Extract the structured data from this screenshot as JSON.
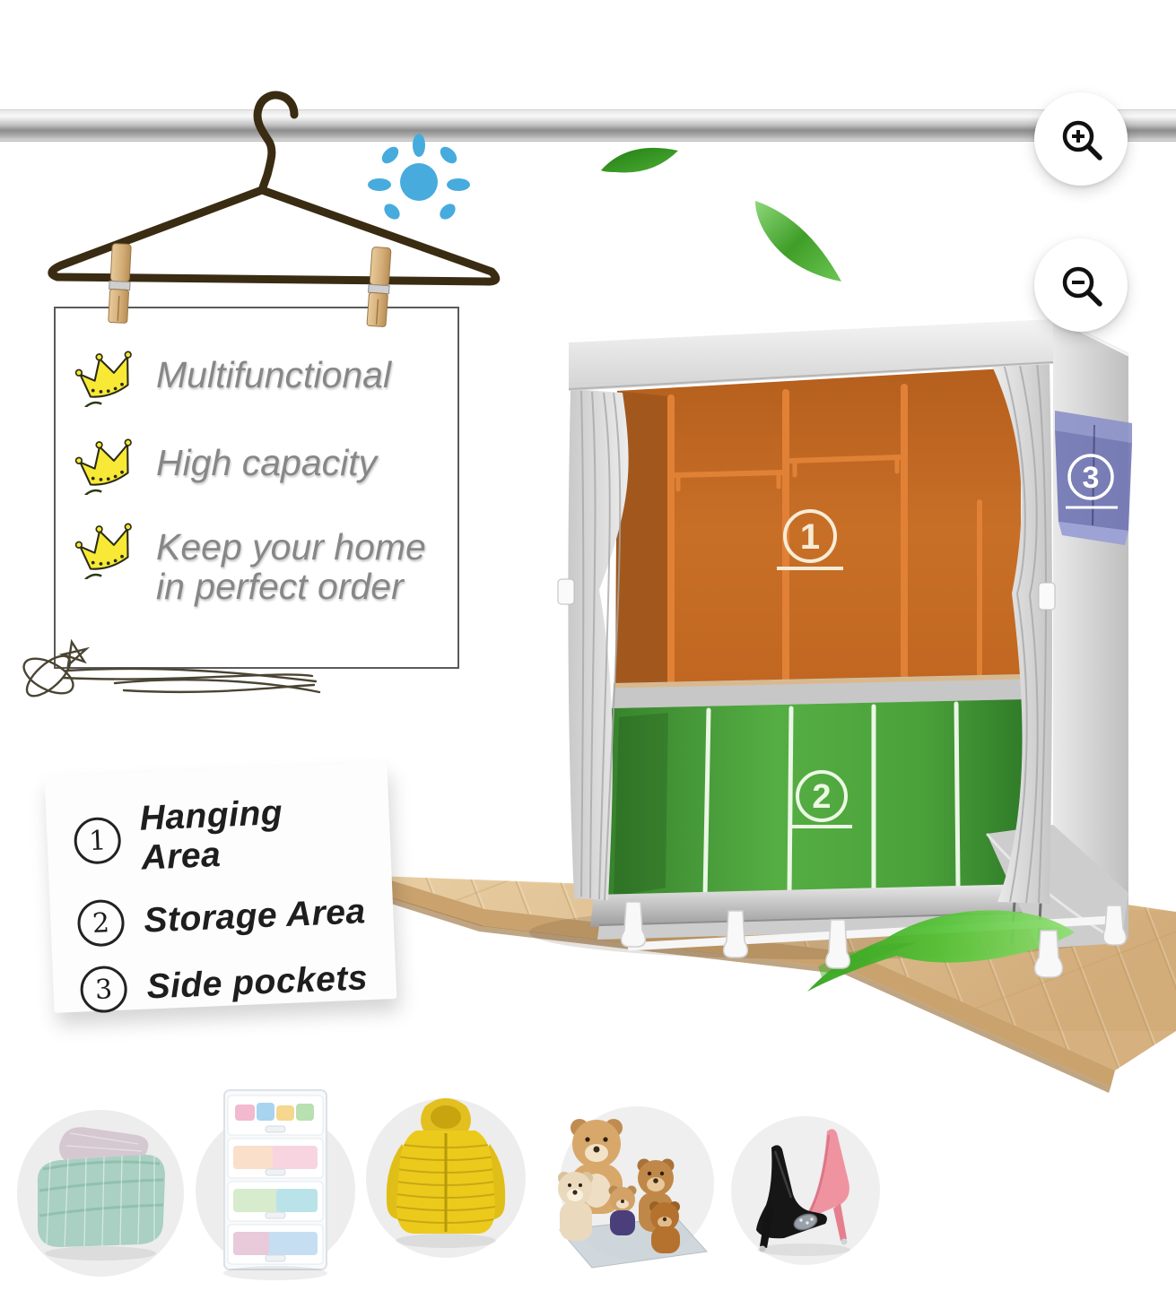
{
  "controls": {
    "zoom_in_icon": "magnifier-plus-icon",
    "zoom_out_icon": "magnifier-minus-icon"
  },
  "feature_card": {
    "items": [
      {
        "icon": "crown-icon",
        "text": "Multifunctional"
      },
      {
        "icon": "crown-icon",
        "text": "High capacity"
      },
      {
        "icon": "crown-icon",
        "text": "Keep your home in perfect order"
      }
    ]
  },
  "legend_card": {
    "items": [
      {
        "num": "1",
        "label": "Hanging Area"
      },
      {
        "num": "2",
        "label": "Storage Area"
      },
      {
        "num": "3",
        "label": "Side pockets"
      }
    ]
  },
  "wardrobe": {
    "areas": [
      {
        "num": "1",
        "name": "hanging-area",
        "color": "#c2691f"
      },
      {
        "num": "2",
        "name": "storage-area",
        "color": "#4a9e41"
      },
      {
        "num": "3",
        "name": "side-pocket",
        "color": "#6f74b2"
      }
    ]
  },
  "decor": {
    "rod": "metal-hanging-rod",
    "hanger": "wire-hanger",
    "clothespins": "wooden-clothespins",
    "sun_color": "#47abdd",
    "leaf_color": "#3fae27",
    "crown_color": "#f7e935",
    "wood_color": "#e2c193"
  },
  "products": [
    {
      "icon": "folded-comforter-photo"
    },
    {
      "icon": "storage-drawers-photo"
    },
    {
      "icon": "puffer-jacket-photo"
    },
    {
      "icon": "teddy-bears-photo"
    },
    {
      "icon": "high-heels-photo"
    }
  ]
}
